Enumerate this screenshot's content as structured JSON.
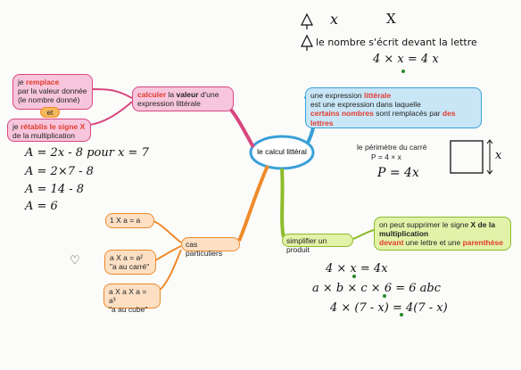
{
  "center": {
    "label": "le calcul littéral"
  },
  "header": {
    "line1_x": "x",
    "line1_X": "X",
    "line2": "le nombre s'écrit devant la lettre",
    "line3": "4 × x = 4 x"
  },
  "left": {
    "replace_pre": "je ",
    "replace_red": "remplace",
    "replace_rest": "par la valeur donnée (le nombre donné)",
    "et": "et",
    "restore_pre": "je ",
    "restore_red": "rétablis le signe X",
    "restore_rest": "de la multiplication",
    "calc_red": "calculer",
    "calc_mid": " la ",
    "calc_bold": "valeur",
    "calc_rest": " d'une expression littérale",
    "work": [
      "A = 2x - 8  pour x = 7",
      "A = 2×7 - 8",
      "A = 14 - 8",
      "A = 6"
    ]
  },
  "right_top": {
    "def_1": "une expression ",
    "def_red": "littérale",
    "def_2": "est une expression dans laquelle",
    "def_red2": "certains nombres",
    "def_3": " sont remplacés par ",
    "def_red3": "des lettres",
    "perim_title": "le périmètre du carré",
    "perim_formula": "P = 4 × x",
    "perim_hand": "P = 4x",
    "side": "x"
  },
  "simplify": {
    "label": "simplifier un produit",
    "rule_1": "on peut supprimer le signe ",
    "rule_bold": "X de la multiplication",
    "rule_red1": "devant",
    "rule_mid": " une lettre",
    "rule_mid2": " et une ",
    "rule_red2": "parenthèse",
    "examples": [
      "4 × x = 4x",
      "a × b × c × 6 = 6 abc",
      "4 × (7 - x) = 4(7 - x)"
    ]
  },
  "special": {
    "label": "cas particuliers",
    "case1": "1 X a = a",
    "case2": "a X a = a²",
    "case2_note": "\"a au carré\"",
    "case3": "a X a X a = a³",
    "case3_note": "\"a au cube\""
  },
  "icons": {
    "heart": "♡"
  }
}
